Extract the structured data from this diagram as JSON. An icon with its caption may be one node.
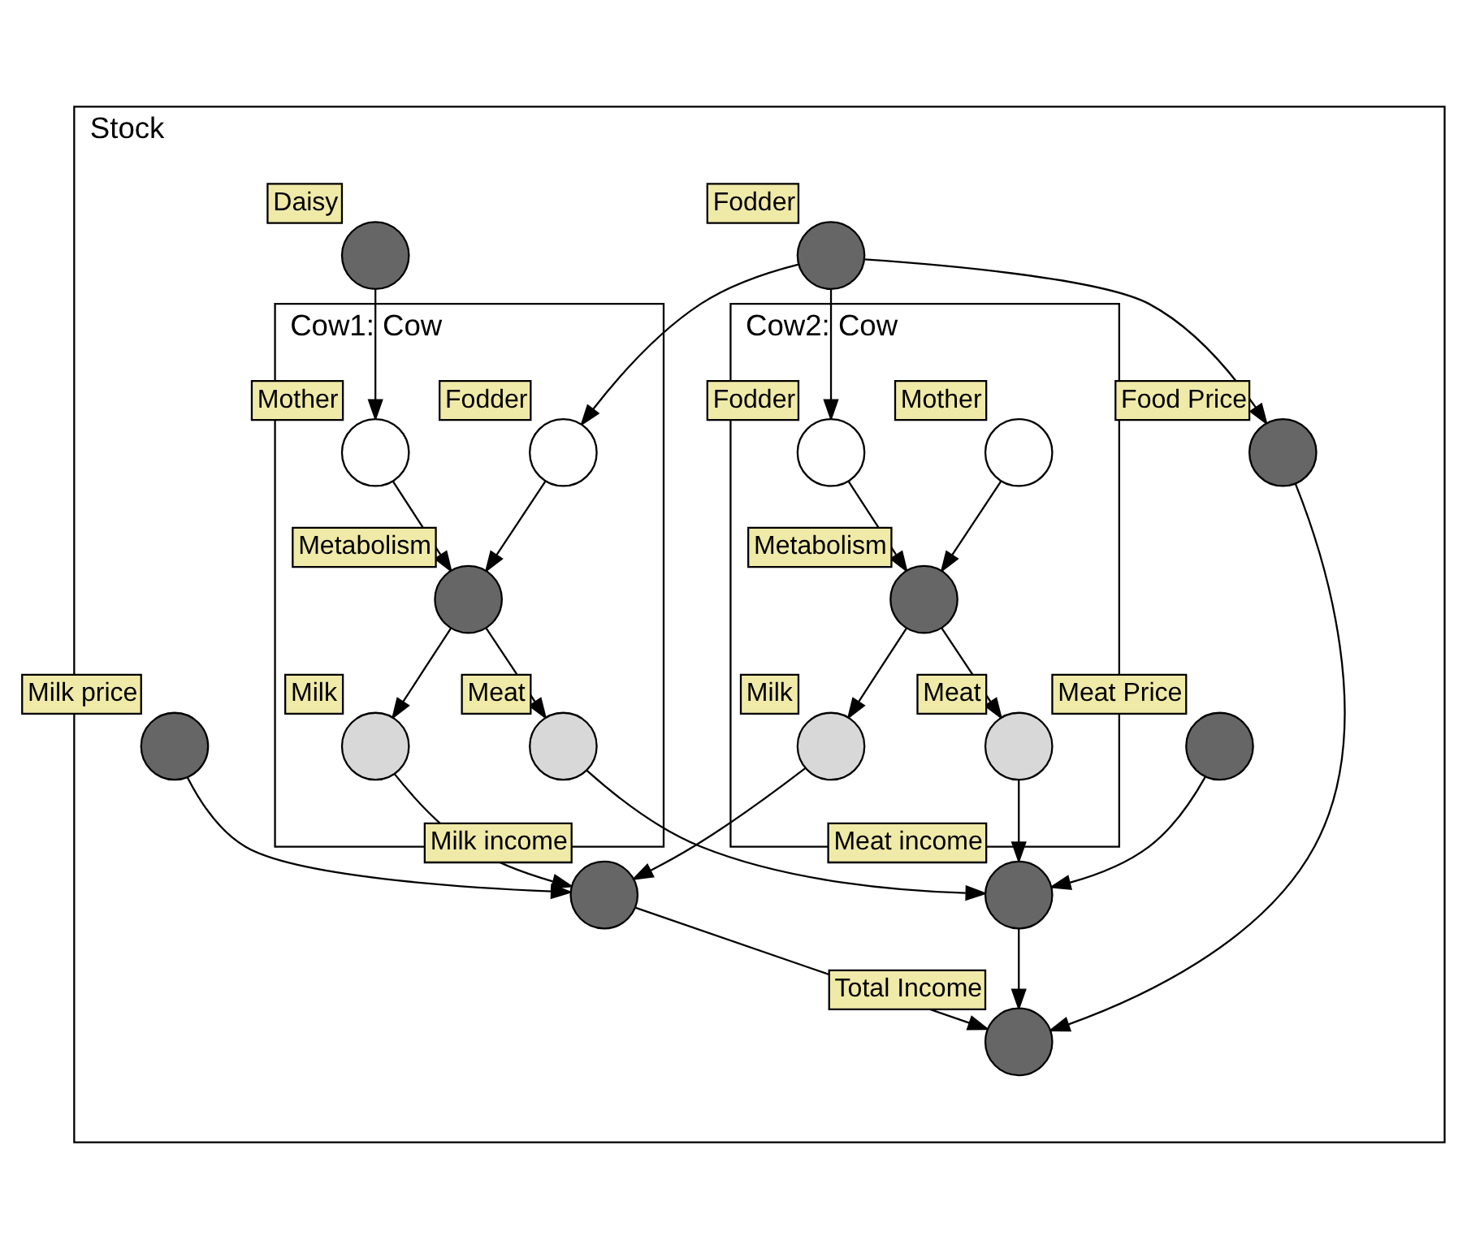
{
  "diagram": {
    "nodes": [
      {
        "text": [
          "Stock"
        ]
      },
      {
        "text": [
          "Daisy"
        ],
        "in": 0
      },
      {
        "text": [
          "Fodder"
        ],
        "in": 0
      },
      {
        "text": [
          "Cow1: Cow"
        ],
        "in": 0
      },
      {
        "text": [
          "Mother"
        ],
        "in": 3
      },
      {
        "text": [
          "Fodder"
        ],
        "in": 3
      },
      {
        "text": [
          "Metabolism"
        ],
        "in": 3
      },
      {
        "text": [
          "Milk"
        ],
        "in": 3
      },
      {
        "text": [
          "Meat"
        ],
        "in": 3
      },
      {
        "text": [
          "Food Price"
        ],
        "in": 0
      },
      {
        "text": [
          "Cow2: Cow"
        ],
        "in": 0
      },
      {
        "text": [
          "Mother"
        ],
        "in": 10
      },
      {
        "text": [
          "Fodder"
        ],
        "in": 10
      },
      {
        "text": [
          "Metabolism"
        ],
        "in": 10
      },
      {
        "text": [
          "Milk"
        ],
        "in": 10
      },
      {
        "text": [
          "Meat"
        ],
        "in": 10
      },
      {
        "text": [
          "Milk price"
        ],
        "in": 0
      },
      {
        "text": [
          "Meat Price"
        ],
        "in": 0
      },
      {
        "text": [
          "Milk income"
        ],
        "in": 0
      },
      {
        "text": [
          "Meat income"
        ],
        "in": 0
      },
      {
        "text": [
          "Total Income"
        ],
        "in": 0
      }
    ],
    "edges": [
      {
        "from": 1,
        "to": 4,
        "arrow": "to"
      },
      {
        "from": 2,
        "to": 5,
        "arrow": "to"
      },
      {
        "from": 2,
        "to": 9,
        "arrow": "to"
      },
      {
        "from": 2,
        "to": 12,
        "arrow": "to"
      },
      {
        "from": 4,
        "to": 6,
        "arrow": "to"
      },
      {
        "from": 5,
        "to": 6,
        "arrow": "to"
      },
      {
        "from": 11,
        "to": 13,
        "arrow": "to"
      },
      {
        "from": 12,
        "to": 13,
        "arrow": "to"
      },
      {
        "from": 6,
        "to": 7,
        "arrow": "to"
      },
      {
        "from": 6,
        "to": 8,
        "arrow": "to"
      },
      {
        "from": 13,
        "to": 14,
        "arrow": "to"
      },
      {
        "from": 13,
        "to": 15,
        "arrow": "to"
      },
      {
        "from": 7,
        "to": 18,
        "arrow": "to"
      },
      {
        "from": 8,
        "to": 19,
        "arrow": "to"
      },
      {
        "from": 14,
        "to": 18,
        "arrow": "to"
      },
      {
        "from": 15,
        "to": 19,
        "arrow": "to"
      },
      {
        "from": 16,
        "to": 18,
        "arrow": "to"
      },
      {
        "from": 17,
        "to": 19,
        "arrow": "to"
      },
      {
        "from": 9,
        "to": 20,
        "arrow": "to"
      },
      {
        "from": 18,
        "to": 20,
        "arrow": "to"
      },
      {
        "from": 19,
        "to": 20,
        "arrow": "to"
      }
    ]
  }
}
